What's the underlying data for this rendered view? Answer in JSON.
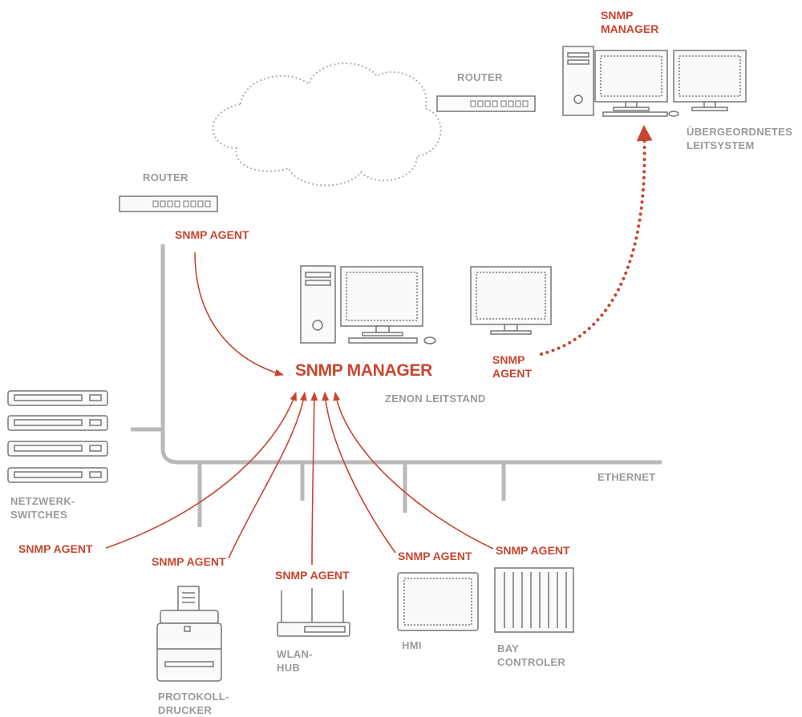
{
  "colors": {
    "accent": "#c8452f",
    "label_gray": "#9a9a9a",
    "line_gray": "#b9b9b9",
    "device_stroke": "#777777"
  },
  "labels": {
    "top_manager": "SNMP\nMANAGER",
    "top_router": "ROUTER",
    "leitsystem": "ÜBERGEORDNETES\nLEITSYSTEM",
    "left_router": "ROUTER",
    "router_agent": "SNMP AGENT",
    "main_manager": "SNMP MANAGER",
    "zenon": "ZENON LEITSTAND",
    "zenon_agent": "SNMP\nAGENT",
    "ethernet": "ETHERNET",
    "switches": "NETZWERK-\nSWITCHES",
    "switch_agent": "SNMP AGENT",
    "printer_agent": "SNMP AGENT",
    "wlan_agent": "SNMP AGENT",
    "hmi_agent": "SNMP AGENT",
    "bay_agent": "SNMP AGENT",
    "printer": "PROTOKOLL-\nDRUCKER",
    "wlan": "WLAN-\nHUB",
    "hmi": "HMI",
    "bay": "BAY\nCONTROLER"
  },
  "icons": [
    "cloud-icon",
    "router-icon",
    "tower-pc-icon",
    "monitor-icon",
    "network-switch-icon",
    "printer-icon",
    "wlan-router-icon",
    "hmi-panel-icon",
    "bay-controller-icon"
  ]
}
